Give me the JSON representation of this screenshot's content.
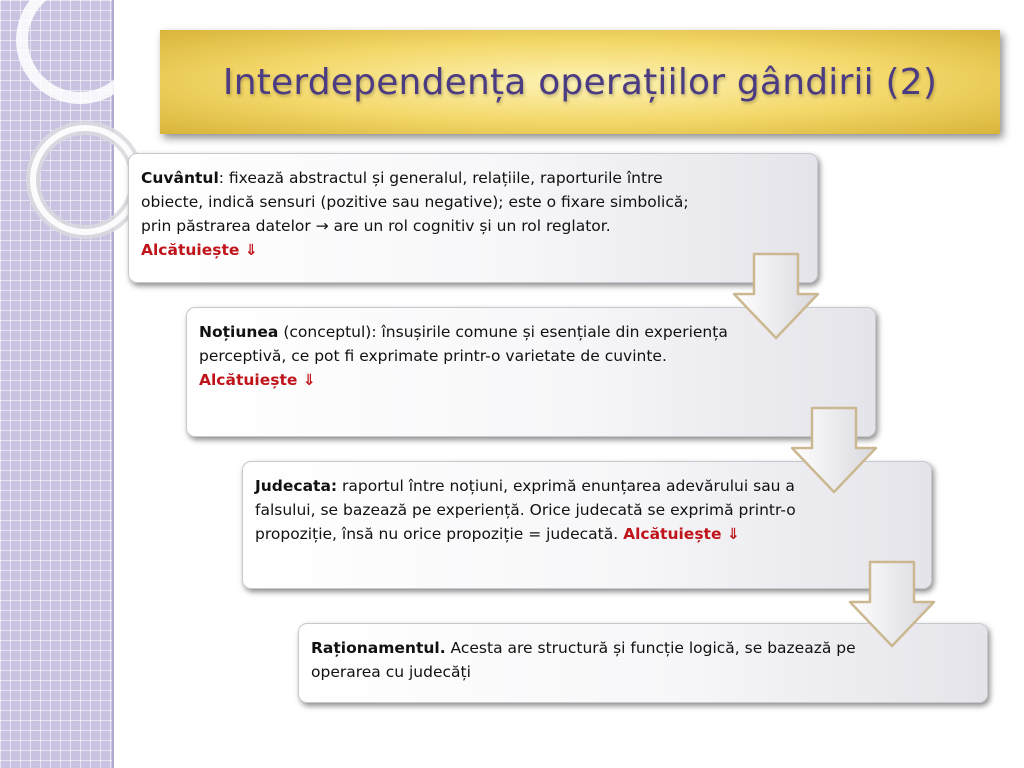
{
  "slide": {
    "title": "Interdependența operațiilor gândirii (2)"
  },
  "steps": [
    {
      "lead": "Cuvântul",
      "text": ":  fixează abstractul și generalul, relațiile, raporturile între obiecte, indică sensuri (pozitive sau negative); este o fixare simbolică; prin păstrarea datelor → are un rol cognitiv și un rol reglator.  ",
      "action": "Alcătuiește ⇓"
    },
    {
      "lead": "Noțiunea",
      "text": " (conceptul): însușirile comune și esențiale din experiența perceptivă,  ce pot fi exprimate printr-o varietate de cuvinte.  ",
      "action": "Alcătuiește ⇓"
    },
    {
      "lead": "Judecata:",
      "text": " raportul între noțiuni, exprimă enunțarea adevărului sau a falsului, se bazează pe experiență. Orice judecată se exprimă printr-o propoziție, însă nu orice propoziție = judecată.  ",
      "action": "Alcătuiește ⇓"
    },
    {
      "lead": "Raționamentul.",
      "text": "  Acesta are structură și funcție logică, se bazează pe operarea cu judecăți",
      "action": ""
    }
  ],
  "icons": {
    "flow_arrow": "down-arrow-icon"
  },
  "colors": {
    "title_text": "#4b3b82",
    "title_banner": "#f3d768",
    "action_text": "#c0141b",
    "side_strip": "#c9c2e0"
  }
}
